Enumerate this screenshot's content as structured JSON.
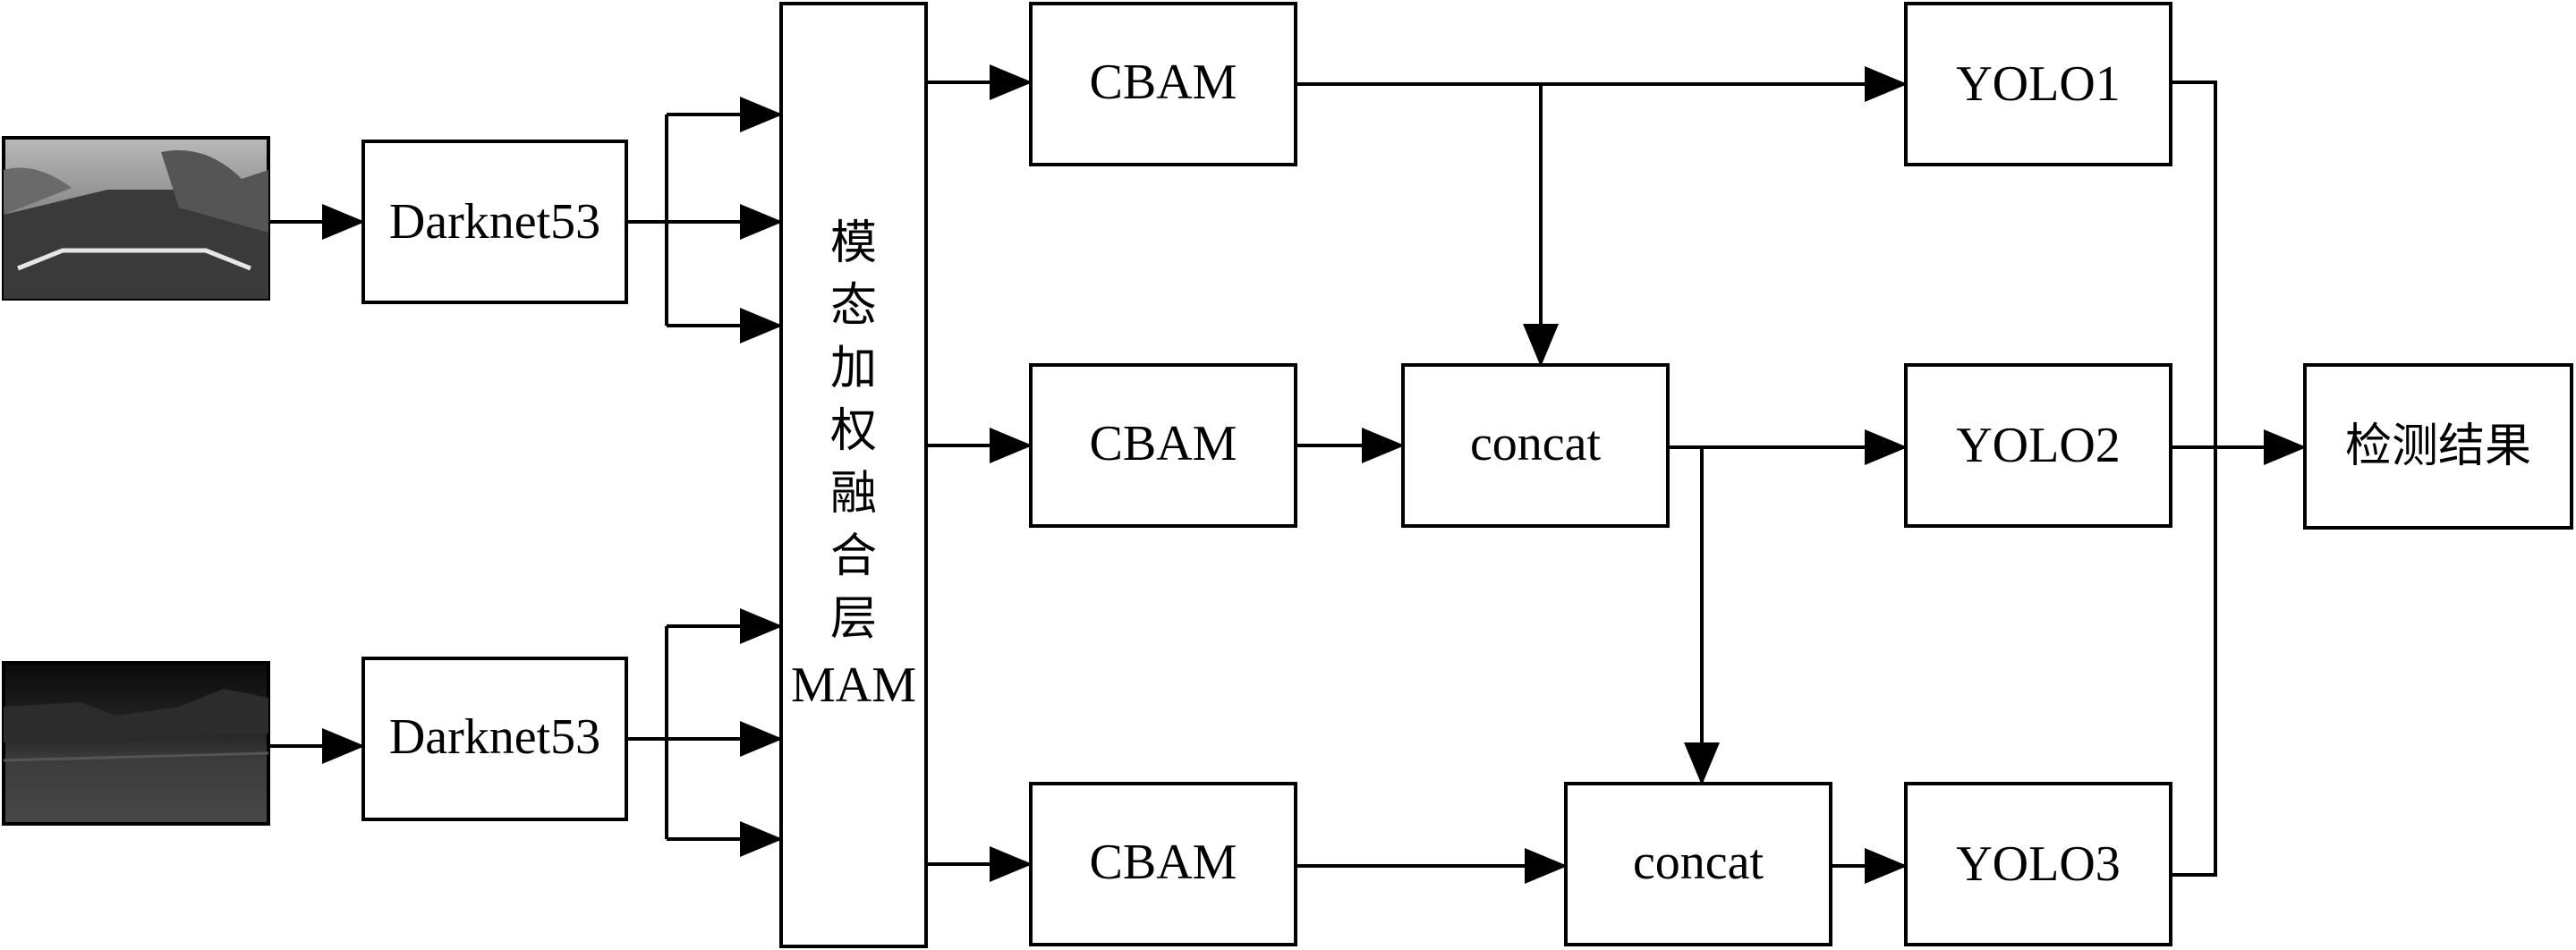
{
  "inputs": [
    {
      "id": "rgb",
      "name": "visible-road-image"
    },
    {
      "id": "ir",
      "name": "infrared-road-image"
    }
  ],
  "nodes": {
    "darknet_top": "Darknet53",
    "darknet_bottom": "Darknet53",
    "mam_chars": [
      "模",
      "态",
      "加",
      "权",
      "融",
      "合",
      "层"
    ],
    "mam_abbr": "MAM",
    "cbam1": "CBAM",
    "cbam2": "CBAM",
    "cbam3": "CBAM",
    "concat1": "concat",
    "concat2": "concat",
    "yolo1": "YOLO1",
    "yolo2": "YOLO2",
    "yolo3": "YOLO3",
    "result": "检测结果"
  },
  "colors": {
    "line": "#000000",
    "background": "#ffffff"
  }
}
